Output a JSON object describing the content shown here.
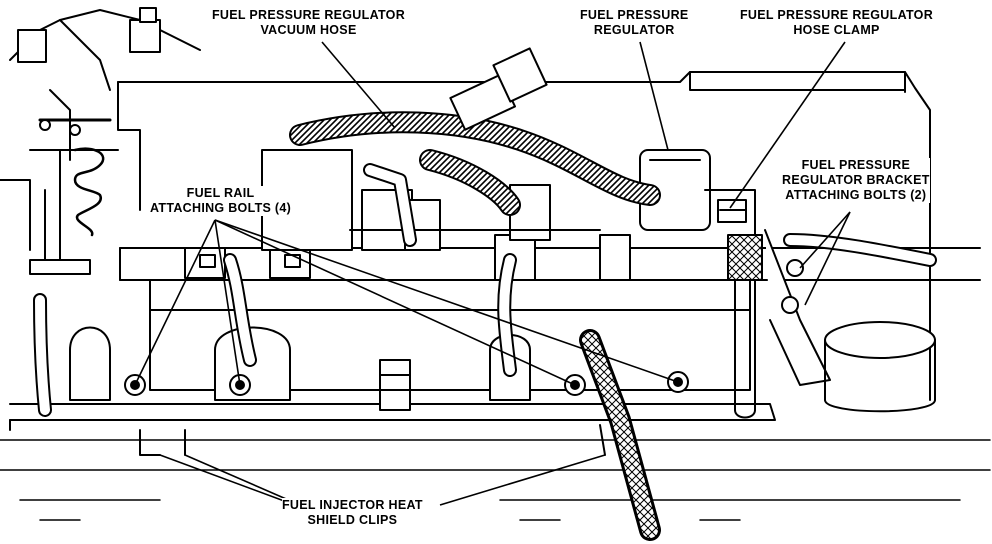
{
  "diagram": {
    "labels": {
      "vacuum_hose": [
        "FUEL PRESSURE REGULATOR",
        "VACUUM HOSE"
      ],
      "regulator": [
        "FUEL PRESSURE",
        "REGULATOR"
      ],
      "hose_clamp": [
        "FUEL PRESSURE REGULATOR",
        "HOSE CLAMP"
      ],
      "bracket_bolts": [
        "FUEL PRESSURE",
        "REGULATOR BRACKET",
        "ATTACHING BOLTS (2)"
      ],
      "rail_bolts": [
        "FUEL RAIL",
        "ATTACHING BOLTS (4)"
      ],
      "shield_clips": [
        "FUEL INJECTOR HEAT",
        "SHIELD CLIPS"
      ]
    },
    "colors": {
      "ink": "#000000",
      "paper": "#ffffff"
    }
  }
}
